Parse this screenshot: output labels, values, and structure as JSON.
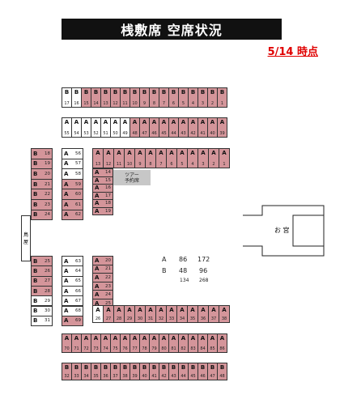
{
  "header": {
    "title": "桟敷席 空席状況",
    "timestamp": "5/14 時点"
  },
  "labels": {
    "tour_line1": "ツアー",
    "tour_line2": "予約席",
    "hanamichi_1": "鳥",
    "hanamichi_2": "屋",
    "stage": "お 宮"
  },
  "summary": {
    "a_label": "A",
    "a_left": "86",
    "a_right": "172",
    "b_label": "B",
    "b_left": "48",
    "b_right": "96",
    "sub_left": "134",
    "sub_right": "268"
  },
  "legend": {
    "taken_color": "#d4959a",
    "free_color": "#ffffff"
  },
  "seat_blocks": {
    "top_b": {
      "block": "B",
      "numbers": [
        "17",
        "16",
        "15",
        "14",
        "13",
        "12",
        "11",
        "10",
        "9",
        "8",
        "7",
        "6",
        "5",
        "4",
        "3",
        "2",
        "1"
      ],
      "taken": [
        false,
        false,
        true,
        true,
        true,
        true,
        true,
        true,
        true,
        true,
        true,
        true,
        true,
        true,
        true,
        true,
        true
      ]
    },
    "top_a": {
      "block": "A",
      "numbers": [
        "55",
        "54",
        "53",
        "52",
        "51",
        "50",
        "49",
        "48",
        "47",
        "46",
        "45",
        "44",
        "43",
        "42",
        "41",
        "40",
        "39"
      ],
      "taken": [
        false,
        false,
        false,
        false,
        false,
        false,
        false,
        true,
        true,
        true,
        true,
        true,
        true,
        true,
        true,
        true,
        true
      ]
    },
    "row_a_upper": {
      "block": "A",
      "numbers": [
        "13",
        "12",
        "11",
        "10",
        "9",
        "8",
        "7",
        "6",
        "5",
        "4",
        "3",
        "2",
        "1"
      ],
      "taken": [
        true,
        true,
        true,
        true,
        true,
        true,
        true,
        true,
        true,
        true,
        true,
        true,
        true
      ]
    },
    "left_b_upper": {
      "block": "B",
      "numbers": [
        "18",
        "19",
        "20",
        "21",
        "22",
        "23",
        "24"
      ],
      "taken": [
        true,
        true,
        true,
        true,
        true,
        true,
        true
      ]
    },
    "col2_a_upper": {
      "block": "A",
      "numbers": [
        "56",
        "57",
        "58",
        "59",
        "60",
        "61",
        "62"
      ],
      "taken": [
        false,
        false,
        false,
        true,
        true,
        true,
        true
      ]
    },
    "col3_a_upper": {
      "block": "A",
      "numbers": [
        "14",
        "15",
        "16",
        "17",
        "18",
        "19"
      ],
      "taken": [
        true,
        true,
        true,
        true,
        true,
        true
      ]
    },
    "left_b_lower": {
      "block": "B",
      "numbers": [
        "25",
        "26",
        "27",
        "28",
        "29",
        "30",
        "31"
      ],
      "taken": [
        true,
        true,
        true,
        true,
        false,
        false,
        false
      ]
    },
    "col2_a_lower": {
      "block": "A",
      "numbers": [
        "63",
        "64",
        "65",
        "66",
        "67",
        "68",
        "69"
      ],
      "taken": [
        false,
        false,
        false,
        false,
        false,
        false,
        true
      ]
    },
    "col3_a_lower": {
      "block": "A",
      "numbers": [
        "20",
        "21",
        "22",
        "23",
        "24",
        "25"
      ],
      "taken": [
        true,
        true,
        true,
        true,
        true,
        true
      ]
    },
    "row_a_lower": {
      "block": "A",
      "numbers": [
        "26",
        "27",
        "28",
        "29",
        "30",
        "31",
        "32",
        "33",
        "34",
        "35",
        "36",
        "37",
        "38"
      ],
      "taken": [
        false,
        true,
        true,
        true,
        true,
        true,
        true,
        true,
        true,
        true,
        true,
        true,
        true
      ]
    },
    "bottom_a": {
      "block": "A",
      "numbers": [
        "70",
        "71",
        "72",
        "73",
        "74",
        "75",
        "76",
        "77",
        "78",
        "79",
        "80",
        "81",
        "82",
        "83",
        "84",
        "85",
        "86"
      ],
      "taken": [
        true,
        true,
        true,
        true,
        true,
        true,
        true,
        true,
        true,
        true,
        true,
        true,
        true,
        true,
        true,
        true,
        true
      ]
    },
    "bottom_b": {
      "block": "B",
      "numbers": [
        "32",
        "33",
        "34",
        "35",
        "36",
        "37",
        "38",
        "39",
        "40",
        "41",
        "42",
        "43",
        "44",
        "45",
        "46",
        "47",
        "48"
      ],
      "taken": [
        true,
        true,
        true,
        true,
        true,
        true,
        true,
        true,
        true,
        true,
        true,
        true,
        true,
        true,
        true,
        true,
        true
      ]
    }
  }
}
